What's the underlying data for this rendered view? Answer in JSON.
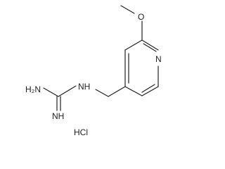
{
  "molecule": {
    "atoms": {
      "o_methoxy": "O",
      "n_pyridine": "N",
      "nh_amine": "NH",
      "h2n_amine": "H₂N",
      "nh_imine": "NH"
    },
    "salt": "HCl"
  },
  "colors": {
    "ink": "#222222",
    "background": "#ffffff"
  }
}
